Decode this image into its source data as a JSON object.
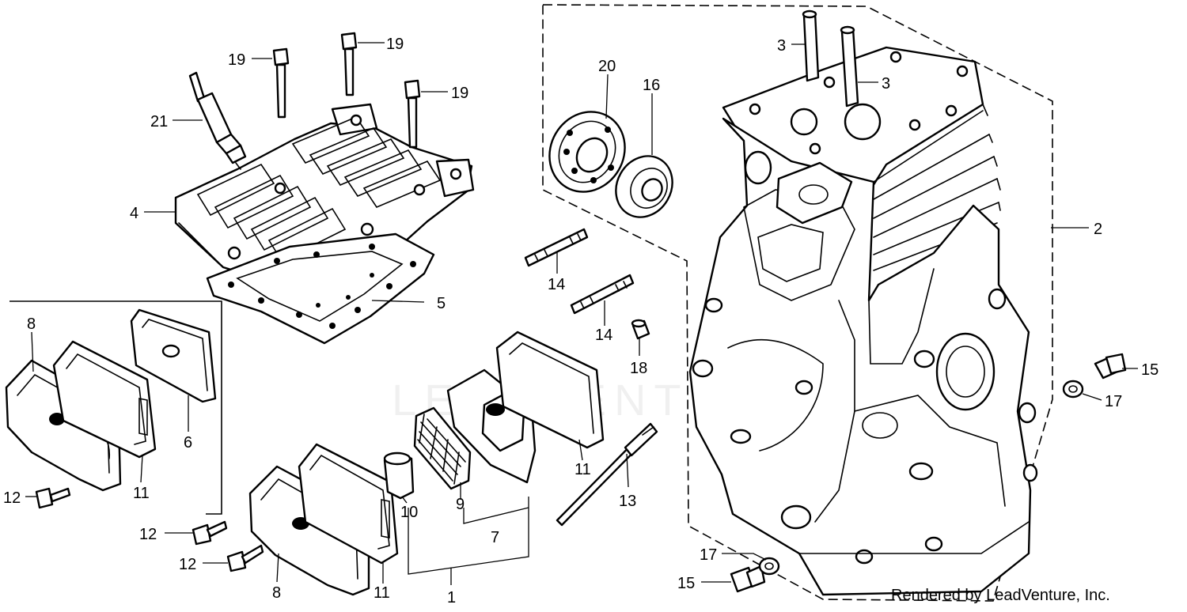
{
  "watermark": "LEADVENTURE",
  "credit": "Rendered by LeadVenture, Inc.",
  "callouts": [
    {
      "id": "c19a",
      "text": "19"
    },
    {
      "id": "c19b",
      "text": "19"
    },
    {
      "id": "c19c",
      "text": "19"
    },
    {
      "id": "c21",
      "text": "21"
    },
    {
      "id": "c4",
      "text": "4"
    },
    {
      "id": "c5",
      "text": "5"
    },
    {
      "id": "c8a",
      "text": "8"
    },
    {
      "id": "c6",
      "text": "6"
    },
    {
      "id": "c11a",
      "text": "11"
    },
    {
      "id": "c12a",
      "text": "12"
    },
    {
      "id": "c12b",
      "text": "12"
    },
    {
      "id": "c12c",
      "text": "12"
    },
    {
      "id": "c8b",
      "text": "8"
    },
    {
      "id": "c11b",
      "text": "11"
    },
    {
      "id": "c1",
      "text": "1"
    },
    {
      "id": "c10",
      "text": "10"
    },
    {
      "id": "c9",
      "text": "9"
    },
    {
      "id": "c7",
      "text": "7"
    },
    {
      "id": "c11c",
      "text": "11"
    },
    {
      "id": "c14a",
      "text": "14"
    },
    {
      "id": "c14b",
      "text": "14"
    },
    {
      "id": "c18",
      "text": "18"
    },
    {
      "id": "c13",
      "text": "13"
    },
    {
      "id": "c20",
      "text": "20"
    },
    {
      "id": "c16",
      "text": "16"
    },
    {
      "id": "c3a",
      "text": "3"
    },
    {
      "id": "c3b",
      "text": "3"
    },
    {
      "id": "c2",
      "text": "2"
    },
    {
      "id": "c15a",
      "text": "15"
    },
    {
      "id": "c17a",
      "text": "17"
    },
    {
      "id": "c17b",
      "text": "17"
    },
    {
      "id": "c15b",
      "text": "15"
    }
  ]
}
